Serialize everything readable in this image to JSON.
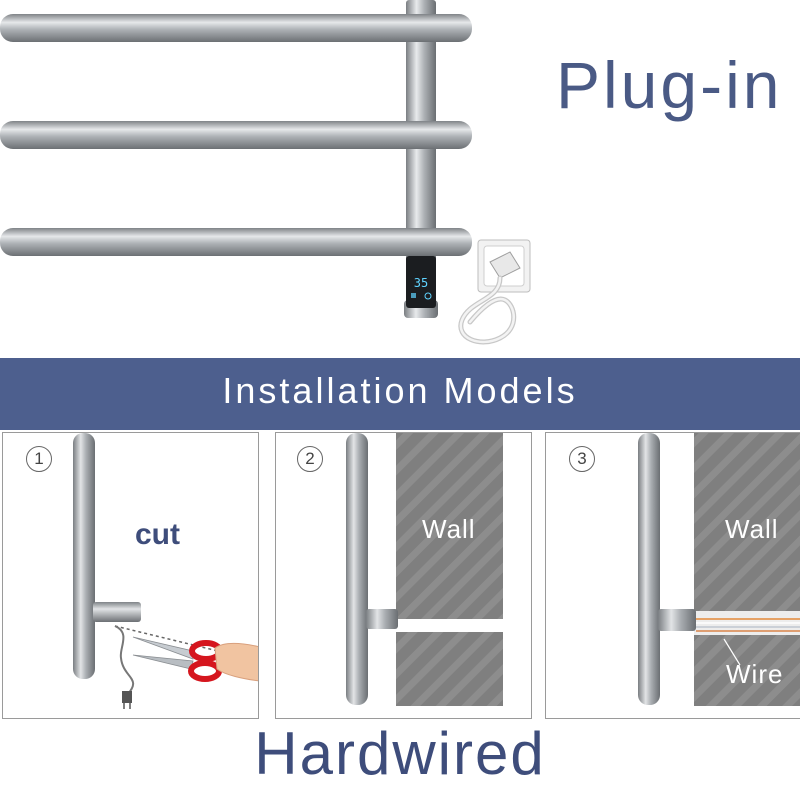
{
  "plugin_title": "Plug-in",
  "banner_title": "Installation Models",
  "display_reading": "35",
  "steps": [
    {
      "number": "1",
      "label": "cut"
    },
    {
      "number": "2",
      "wall_label": "Wall"
    },
    {
      "number": "3",
      "wall_label": "Wall",
      "wire_label": "Wire"
    }
  ],
  "hardwired_title": "Hardwired",
  "colors": {
    "title_blue": "#4a5a85",
    "banner_blue": "#4d5f8e",
    "steel": "#a9adb1",
    "wall_gray": "#7f7f7f",
    "scissor_red": "#d5161e"
  }
}
